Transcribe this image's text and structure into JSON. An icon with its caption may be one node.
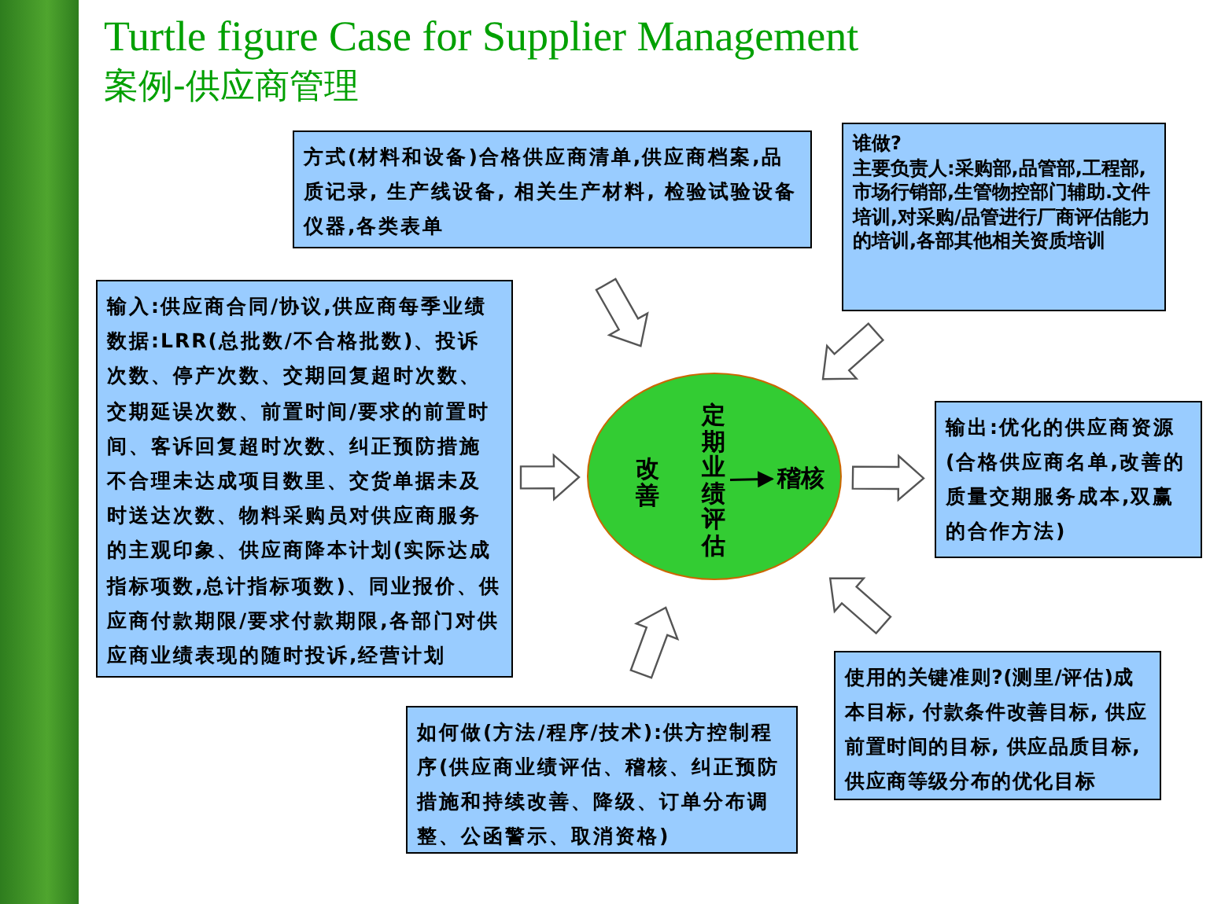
{
  "diagram": {
    "title": "Turtle figure Case for Supplier Management",
    "caption": "案例-供应商管理",
    "nodes": [
      {
        "text": [],
        "shape": "circle"
      },
      {
        "text": [
          "改善"
        ],
        "in": 0
      },
      {
        "text": [
          "定期业绩评估"
        ],
        "in": 0
      },
      {
        "text": [
          "稽核"
        ],
        "in": 0
      },
      {
        "text": [
          "方式(材料和设备)合格供应商清单,供应商档案,品质记录, 生产线设备, 相关生产材料, 检验试验设备仪器,各类表单"
        ]
      },
      {
        "text": [
          "谁做?",
          "主要负责人:采购部,品管部,工程部,市场行销部,生管物控部门辅助.文件培训,对采购/品管进行厂商评估能力的培训,各部其他相关资质培训"
        ]
      },
      {
        "text": [
          "输入:供应商合同/协议,供应商每季业绩数据:LRR(总批数/不合格批数)、投诉次数、停产次数、交期回复超时次数、交期延误次数、前置时间/要求的前置时间、客诉回复超时次数、纠正预防措施不合理未达成项目数里、交货单据未及时送达次数、物料采购员对供应商服务的主观印象、供应商降本计划(实际达成指标项数,总计指标项数)、同业报价、供应商付款期限/要求付款期限,各部门对供应商业绩表现的随时投诉,经营计划"
        ]
      },
      {
        "text": [
          "输出:优化的供应商资源(合格供应商名单,改善的质量交期服务成本,双赢的合作方法)"
        ]
      },
      {
        "text": [
          "使用的关键准则?(测里/评估)成本目标, 付款条件改善目标, 供应前置时间的目标, 供应品质目标, 供应商等级分布的优化目标"
        ]
      },
      {
        "text": [
          "如何做(方法/程序/技术):供方控制程序(供应商业绩评估、稽核、纠正预防措施和持续改善、降级、订单分布调整、公函警示、取消资格)"
        ]
      },
      {
        "text": [],
        "shape": "bar"
      }
    ],
    "edges": [
      {
        "from": 2,
        "to": 3,
        "arrow": "to"
      },
      {
        "from": 4,
        "to": 0,
        "arrow": "to"
      },
      {
        "from": 5,
        "to": 0,
        "arrow": "to"
      },
      {
        "from": 6,
        "to": 0,
        "arrow": "to"
      },
      {
        "from": 0,
        "to": 7,
        "arrow": "to"
      },
      {
        "from": 8,
        "to": 0,
        "arrow": "to"
      },
      {
        "from": 9,
        "to": 0,
        "arrow": "to"
      }
    ]
  }
}
